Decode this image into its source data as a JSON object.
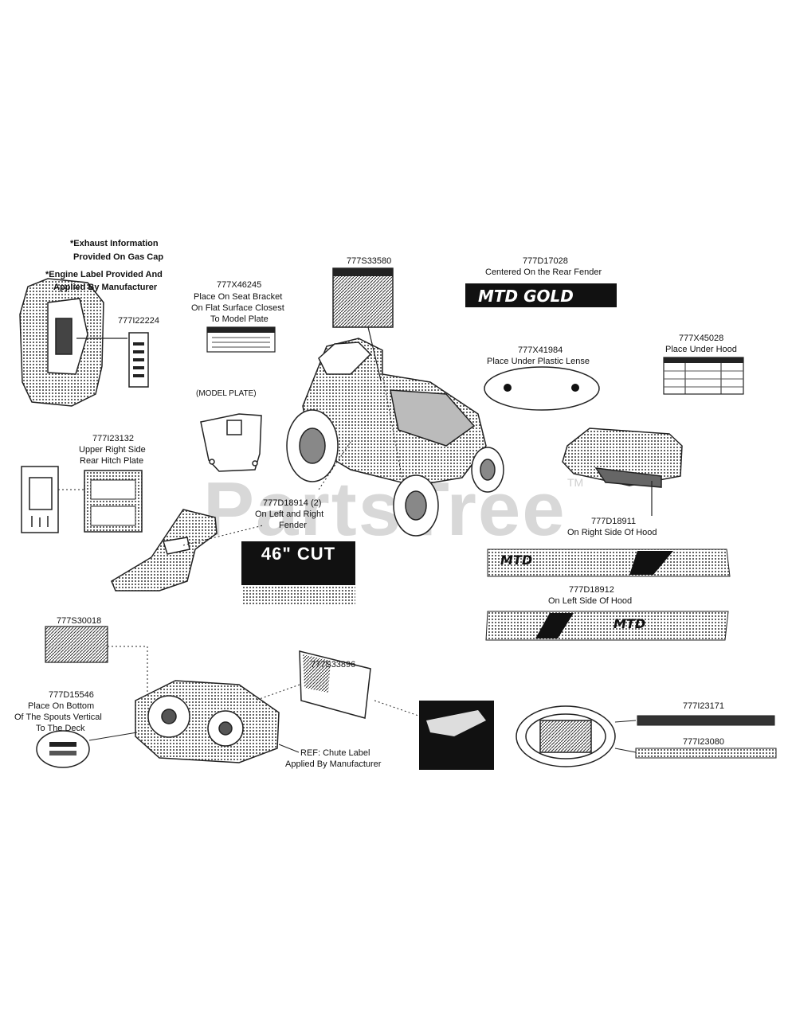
{
  "watermark": {
    "text": "PartsTree",
    "tm": "TM"
  },
  "notes": {
    "exhaust_line1": "*Exhaust Information",
    "exhaust_line2": "Provided On Gas Cap",
    "engine_line1": "*Engine Label Provided And",
    "engine_line2": "Applied By Manufacturer"
  },
  "labels": {
    "p777I22224": "777I22224",
    "p777X46245": {
      "part": "777X46245",
      "line1": "Place On Seat Bracket",
      "line2": "On Flat Surface Closest",
      "line3": "To Model Plate"
    },
    "model_plate": "(MODEL PLATE)",
    "p777S33580": "777S33580",
    "p777D17028": {
      "part": "777D17028",
      "line1": "Centered On the Rear Fender"
    },
    "p777X41984": {
      "part": "777X41984",
      "line1": "Place Under Plastic Lense"
    },
    "p777X45028": {
      "part": "777X45028",
      "line1": "Place Under Hood"
    },
    "p777I23132": {
      "part": "777I23132",
      "line1": "Upper Right Side",
      "line2": "Rear Hitch Plate"
    },
    "p777D18914": {
      "part": "777D18914 (2)",
      "line1": "On Left and Right",
      "line2": "Fender"
    },
    "cut_decal": "46\" CUT",
    "p777D18911": {
      "part": "777D18911",
      "line1": "On Right Side Of Hood"
    },
    "p777D18912": {
      "part": "777D18912",
      "line1": "On Left Side Of Hood"
    },
    "p777S30018": "777S30018",
    "p777D15546": {
      "part": "777D15546",
      "line1": "Place On Bottom",
      "line2": "Of The Spouts Vertical",
      "line3": "To The Deck"
    },
    "p777S33896": "777S33896",
    "ref_chute": {
      "line1": "REF: Chute Label",
      "line2": "Applied By Manufacturer"
    },
    "p777I23171": "777I23171",
    "p777I23080": "777I23080",
    "brand_gold": "MTD GOLD",
    "brand_short": "MTD"
  }
}
